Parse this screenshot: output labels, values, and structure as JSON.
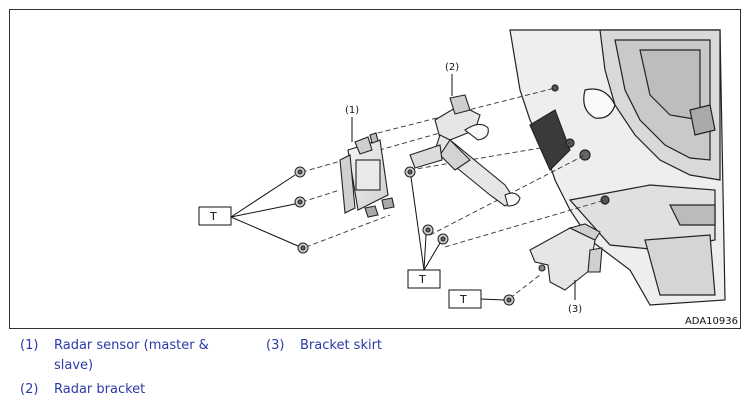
{
  "diagram": {
    "callouts": {
      "c1": "(1)",
      "c2": "(2)",
      "c3": "(3)"
    },
    "torque_labels": {
      "t1": "T",
      "t2": "T",
      "t3": "T"
    },
    "figure_id": "ADA10936"
  },
  "legend": [
    {
      "num": "(1)",
      "text": "Radar sensor (master & slave)"
    },
    {
      "num": "(2)",
      "text": "Radar bracket"
    },
    {
      "num": "(3)",
      "text": "Bracket skirt"
    }
  ],
  "colors": {
    "legend_text": "#2b3aa8",
    "line": "#222222",
    "part_fill": "#e6e6e6",
    "body_fill": "#eeeeee"
  }
}
